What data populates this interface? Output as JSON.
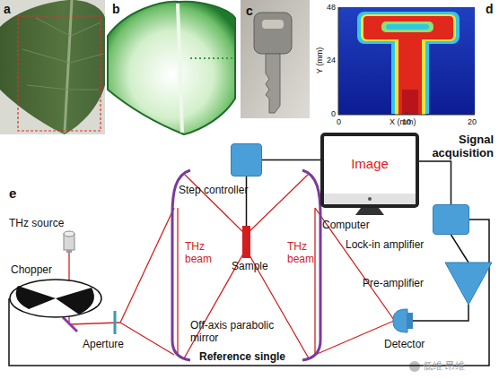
{
  "diagram": {
    "nodes": [
      {
        "text": [
          "Step controller"
        ]
      },
      {
        "text": [
          "Image",
          "Computer"
        ]
      },
      {
        "text": [
          "Lock-in amplifier"
        ]
      },
      {
        "text": [
          "Pre-amplifier"
        ]
      },
      {
        "text": [
          "Sample"
        ]
      },
      {
        "text": [
          "Detector"
        ]
      },
      {
        "text": [
          "Chopper"
        ]
      },
      {
        "text": [
          "THz source"
        ]
      }
    ],
    "edges": [
      {
        "from": 0,
        "to": 1,
        "arrow": "none"
      },
      {
        "from": 0,
        "to": 4,
        "arrow": "none"
      },
      {
        "from": 1,
        "to": 2,
        "arrow": "none"
      },
      {
        "from": 2,
        "to": 3,
        "arrow": "none"
      },
      {
        "from": 3,
        "to": 5,
        "arrow": "none"
      },
      {
        "from": 6,
        "to": 2,
        "arrow": "none"
      }
    ],
    "labels": [
      "a",
      "b",
      "c",
      "d",
      "48",
      "24",
      "0",
      "0",
      "10",
      "20",
      "Y (mm)",
      "X (mm)",
      "e",
      "THz beam",
      "THz beam",
      "Aperture",
      "Off-axis parabolic mirror",
      "Signal acquisition",
      "Reference single",
      "低维 昂维"
    ]
  }
}
